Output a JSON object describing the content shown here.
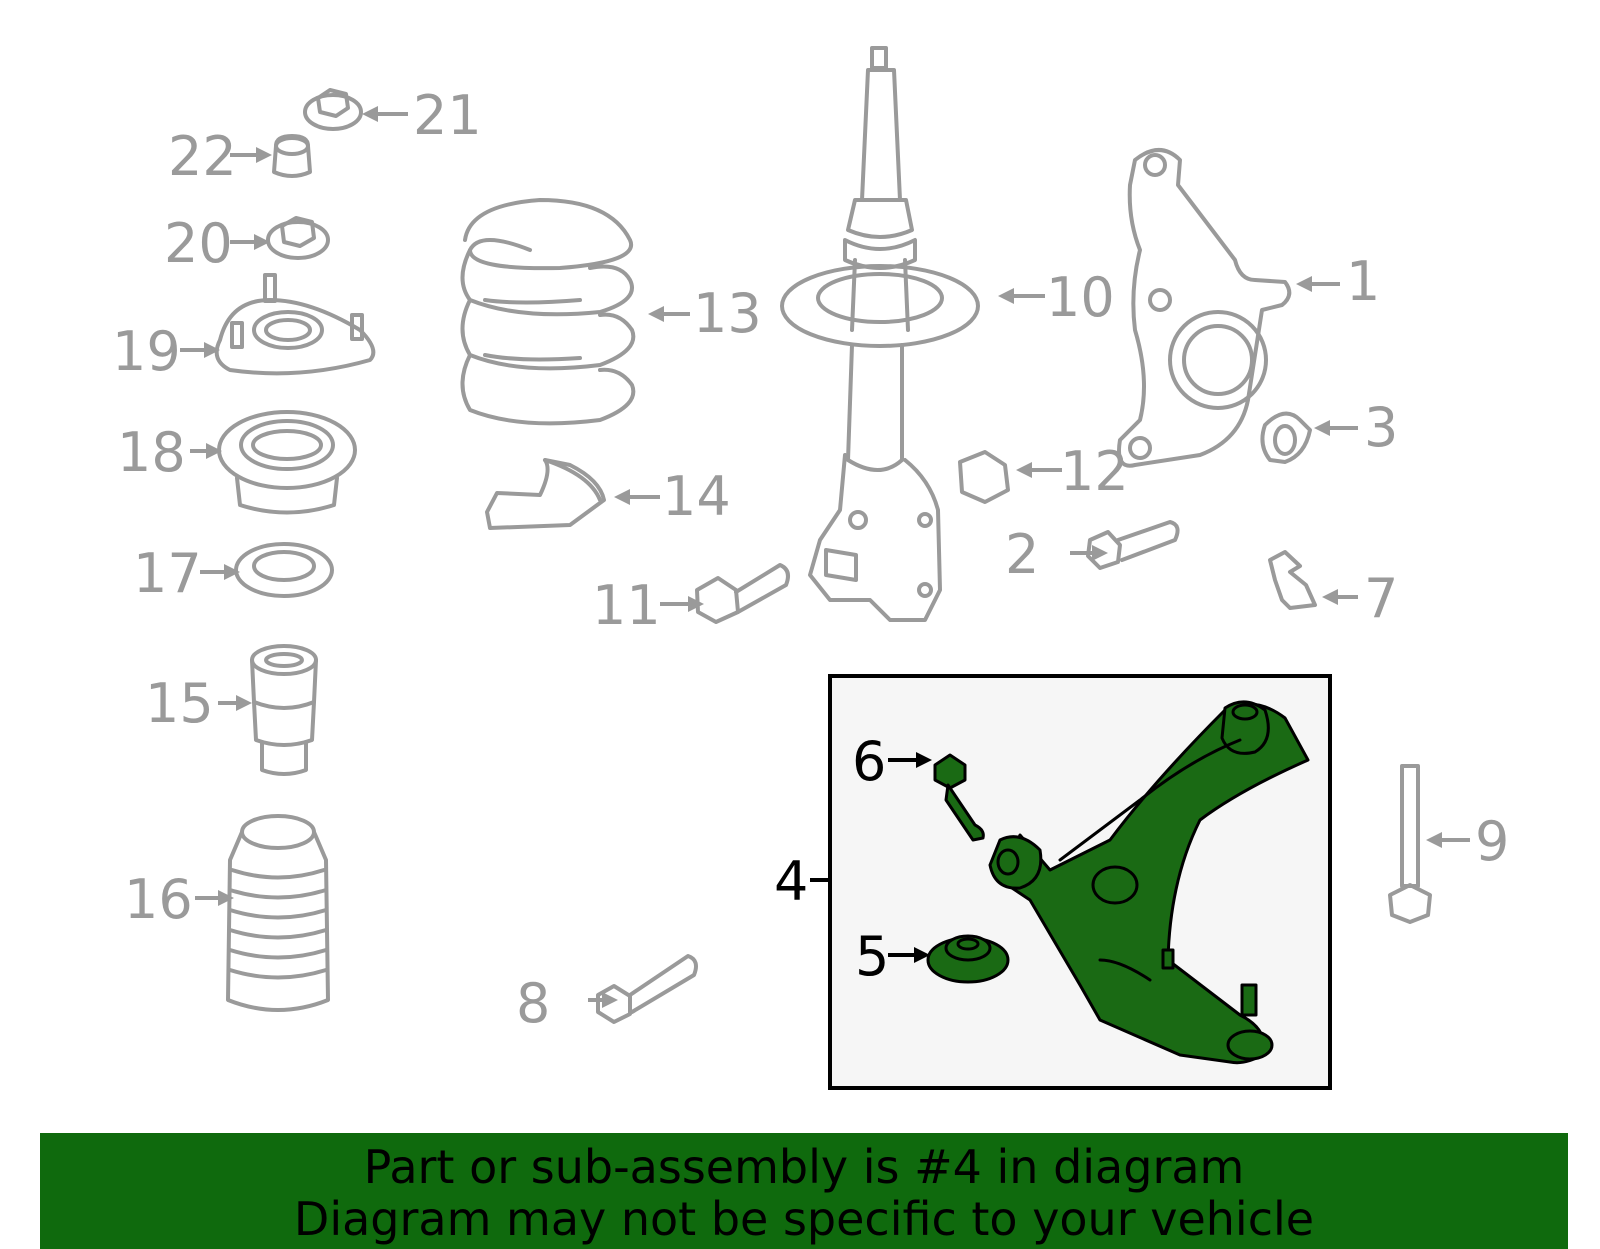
{
  "diagram": {
    "callouts": {
      "c1": "1",
      "c2": "2",
      "c3": "3",
      "c4": "4",
      "c5": "5",
      "c6": "6",
      "c7": "7",
      "c8": "8",
      "c9": "9",
      "c10": "10",
      "c11": "11",
      "c12": "12",
      "c13": "13",
      "c14": "14",
      "c15": "15",
      "c16": "16",
      "c17": "17",
      "c18": "18",
      "c19": "19",
      "c20": "20",
      "c21": "21",
      "c22": "22"
    },
    "highlight_color": "#1a6a14",
    "part_color": "#9a9a9a"
  },
  "banner": {
    "line1": "Part or sub-assembly is #4 in diagram",
    "line2": "Diagram may not be specific to your vehicle",
    "color": "#0f6a0d"
  }
}
